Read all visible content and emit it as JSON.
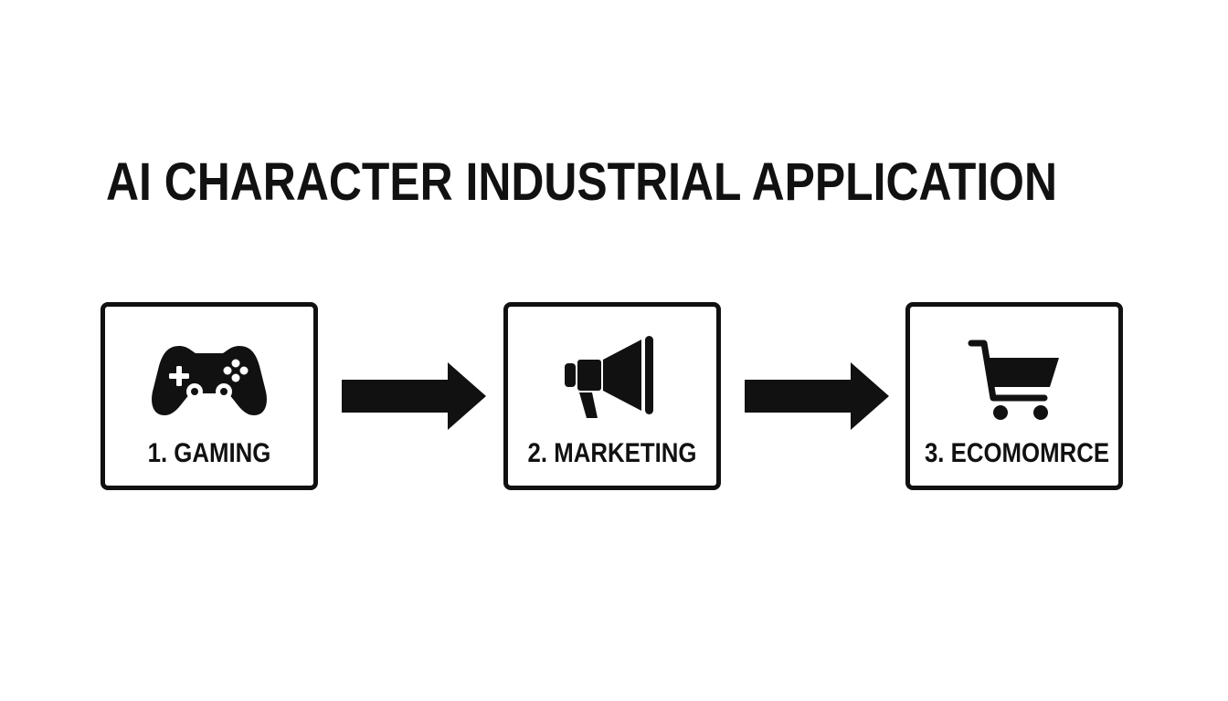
{
  "title": "AI CHARACTER INDUSTRIAL APPLICATION",
  "steps": [
    {
      "label": "1. GAMING",
      "icon": "game-controller-icon"
    },
    {
      "label": "2. MARKETING",
      "icon": "megaphone-icon"
    },
    {
      "label": "3. ECOMOMRCE",
      "icon": "shopping-cart-icon"
    }
  ],
  "colors": {
    "ink": "#111111",
    "background": "#ffffff"
  }
}
